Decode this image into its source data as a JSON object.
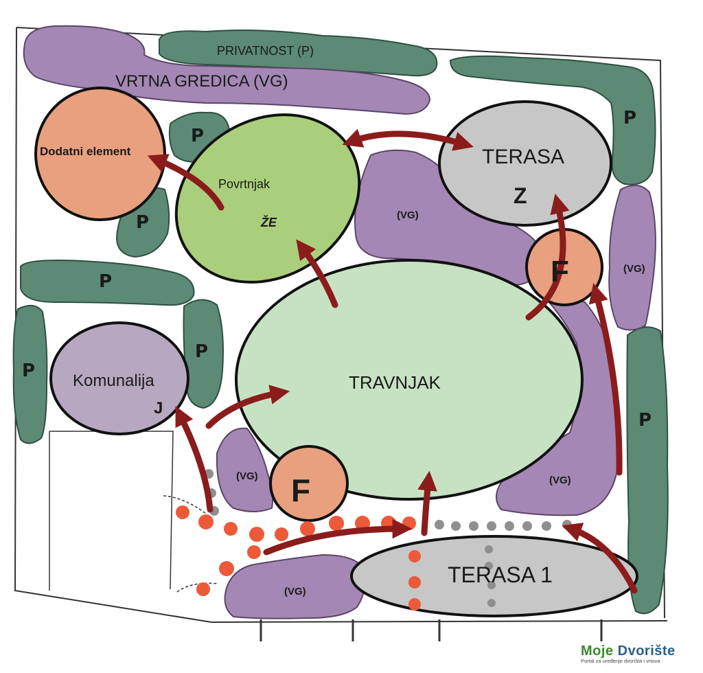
{
  "labels": {
    "privatnost_top": "PRIVATNOST (P)",
    "vrtna_gredica": "VRTNA GREDICA (VG)",
    "dodatni_element": "Dodatni element",
    "povrtnjak": "Povrtnjak",
    "terasa": "TERASA",
    "travnjak": "TRAVNJAK",
    "komunalija": "Komunalija",
    "terasa_1": "TERASA 1",
    "fountain_mark": "F",
    "hedge_mark": "P",
    "bed_mark": "(VG)",
    "terasa_mark": "Z",
    "povrtnjak_mark": "ŽE",
    "komunalija_mark": "J"
  },
  "colors": {
    "hedge": "#5c8a75",
    "bed": "#a487b4",
    "lawn": "#c6e2c2",
    "veg": "#a9cf7c",
    "feature": "#e8a07e",
    "terrace": "#c7c7c7",
    "utility": "#b7a8c1",
    "arrow": "#8b1c1c",
    "stepping_red": "#ec5a3a",
    "stepping_grey": "#8f8f8f"
  },
  "brand": {
    "name_part1": "Moje ",
    "name_part2": "Dvorište",
    "tagline": "Portal za uređenje dvorišta i vrtova"
  }
}
